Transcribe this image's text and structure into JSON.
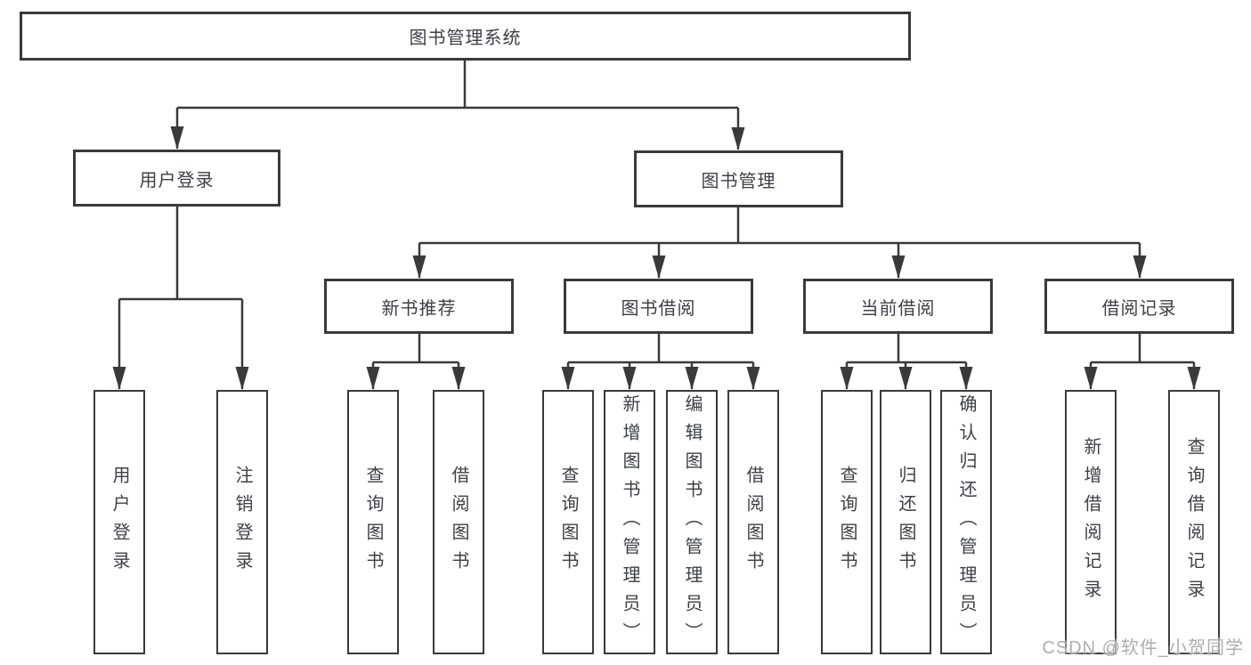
{
  "diagram": {
    "root": {
      "label": "图书管理系统"
    },
    "level2": [
      {
        "label": "用户登录"
      },
      {
        "label": "图书管理"
      }
    ],
    "level3": [
      {
        "label": "新书推荐"
      },
      {
        "label": "图书借阅"
      },
      {
        "label": "当前借阅"
      },
      {
        "label": "借阅记录"
      }
    ],
    "leaf_groups": [
      {
        "items": [
          {
            "label": "用户登录"
          },
          {
            "label": "注销登录"
          }
        ]
      },
      {
        "items": [
          {
            "label": "查询图书"
          },
          {
            "label": "借阅图书"
          }
        ]
      },
      {
        "items": [
          {
            "label": "查询图书"
          },
          {
            "label": "新增图书（管理员）"
          },
          {
            "label": "编辑图书（管理员）"
          },
          {
            "label": "借阅图书"
          }
        ]
      },
      {
        "items": [
          {
            "label": "查询图书"
          },
          {
            "label": "归还图书"
          },
          {
            "label": "确认归还（管理员）"
          }
        ]
      },
      {
        "items": [
          {
            "label": "新增借阅记录"
          },
          {
            "label": "查询借阅记录"
          }
        ]
      }
    ],
    "watermark": {
      "text": "CSDN @软件_小贺同学"
    },
    "colors": {
      "line": "#3a3a3a",
      "text": "#3d4047",
      "background": "#ffffff",
      "watermark": "#adaeb2"
    }
  }
}
